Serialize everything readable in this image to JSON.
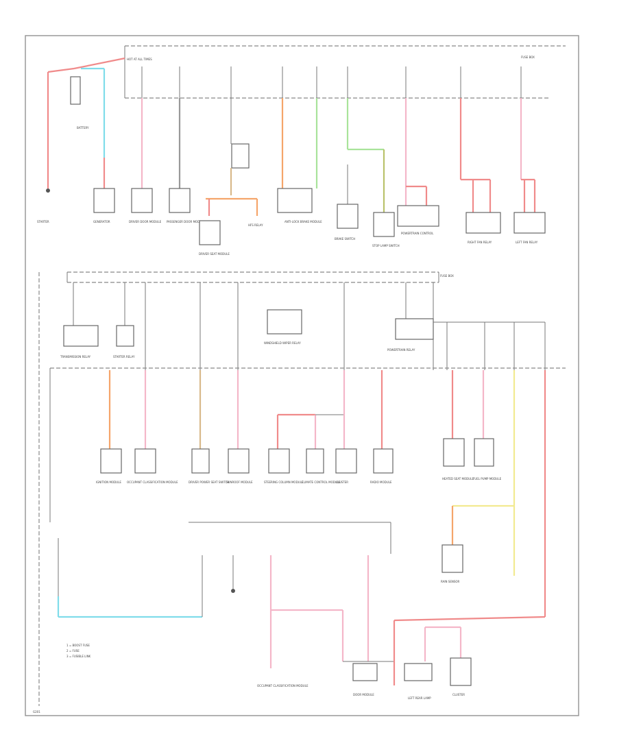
{
  "diagram": {
    "components": [
      {
        "id": "battery",
        "text": "BATTERY"
      },
      {
        "id": "starter",
        "text": "STARTER"
      },
      {
        "id": "generator",
        "text": "GENERATOR"
      },
      {
        "id": "driver-door-module",
        "text": "DRIVER DOOR MODULE"
      },
      {
        "id": "passenger-door-module",
        "text": "PASSENGER DOOR MODULE"
      },
      {
        "id": "driver-seat-module",
        "text": "DRIVER SEAT MODULE"
      },
      {
        "id": "hfs-relay",
        "text": "HFS RELAY"
      },
      {
        "id": "anti-lock-brake-module",
        "text": "ANTI-LOCK BRAKE MODULE"
      },
      {
        "id": "brake-switch",
        "text": "BRAKE SWITCH"
      },
      {
        "id": "stop-lamp-switch",
        "text": "STOP LAMP SWITCH"
      },
      {
        "id": "powertrain-control",
        "text": "POWERTRAIN CONTROL"
      },
      {
        "id": "right-fan-relay",
        "text": "RIGHT FAN RELAY"
      },
      {
        "id": "left-fan-relay",
        "text": "LEFT FAN RELAY"
      },
      {
        "id": "transmission-relay",
        "text": "TRANSMISSION RELAY"
      },
      {
        "id": "starter-relay",
        "text": "STARTER RELAY"
      },
      {
        "id": "windshield-wiper-relay",
        "text": "WINDSHIELD WIPER RELAY"
      },
      {
        "id": "powertrain-relay",
        "text": "POWERTRAIN RELAY"
      },
      {
        "id": "ignition-module",
        "text": "IGNITION MODULE"
      },
      {
        "id": "occupant-classification-module",
        "text": "OCCUPANT CLASSIFICATION MODULE"
      },
      {
        "id": "driver-power-seat-switch",
        "text": "DRIVER POWER SEAT SWITCH"
      },
      {
        "id": "sunroof-module",
        "text": "SUNROOF MODULE"
      },
      {
        "id": "steering-column-module",
        "text": "STEERING COLUMN MODULE"
      },
      {
        "id": "climate-control-module",
        "text": "CLIMATE CONTROL MODULE"
      },
      {
        "id": "cluster",
        "text": "CLUSTER"
      },
      {
        "id": "radio-module",
        "text": "RADIO MODULE"
      },
      {
        "id": "heated-seat-module",
        "text": "HEATED SEAT MODULE"
      },
      {
        "id": "fuel-pump-module",
        "text": "FUEL PUMP MODULE"
      },
      {
        "id": "rain-sensor",
        "text": "RAIN SENSOR"
      },
      {
        "id": "door-module",
        "text": "DOOR MODULE"
      },
      {
        "id": "left-rear-lamp",
        "text": "LEFT REAR LAMP"
      },
      {
        "id": "cluster-2",
        "text": "CLUSTER"
      },
      {
        "id": "occupant-module-2",
        "text": "OCCUPANT CLASSIFICATION MODULE"
      }
    ],
    "labels": {
      "legend_1": "1 = BOOST FUSE",
      "legend_2": "2 = FUSE",
      "legend_3": "3 = FUSIBLE LINK",
      "fuse_bus_top": "FUSE BOX",
      "fuse_bus_mid": "FUSE BOX",
      "hot_at_all_times": "HOT AT ALL TIMES",
      "ground": "G201"
    },
    "colors": {
      "red_wire": "#f08a8a",
      "pink_wire": "#f4b6c8",
      "cyan_wire": "#7fdcea",
      "green_wire": "#a8e39a",
      "orange_wire": "#f5a56a",
      "tan_wire": "#d8b98a",
      "yellow_wire": "#f2ea90",
      "gray_wire": "#999999",
      "olive_wire": "#b9c26a"
    }
  }
}
